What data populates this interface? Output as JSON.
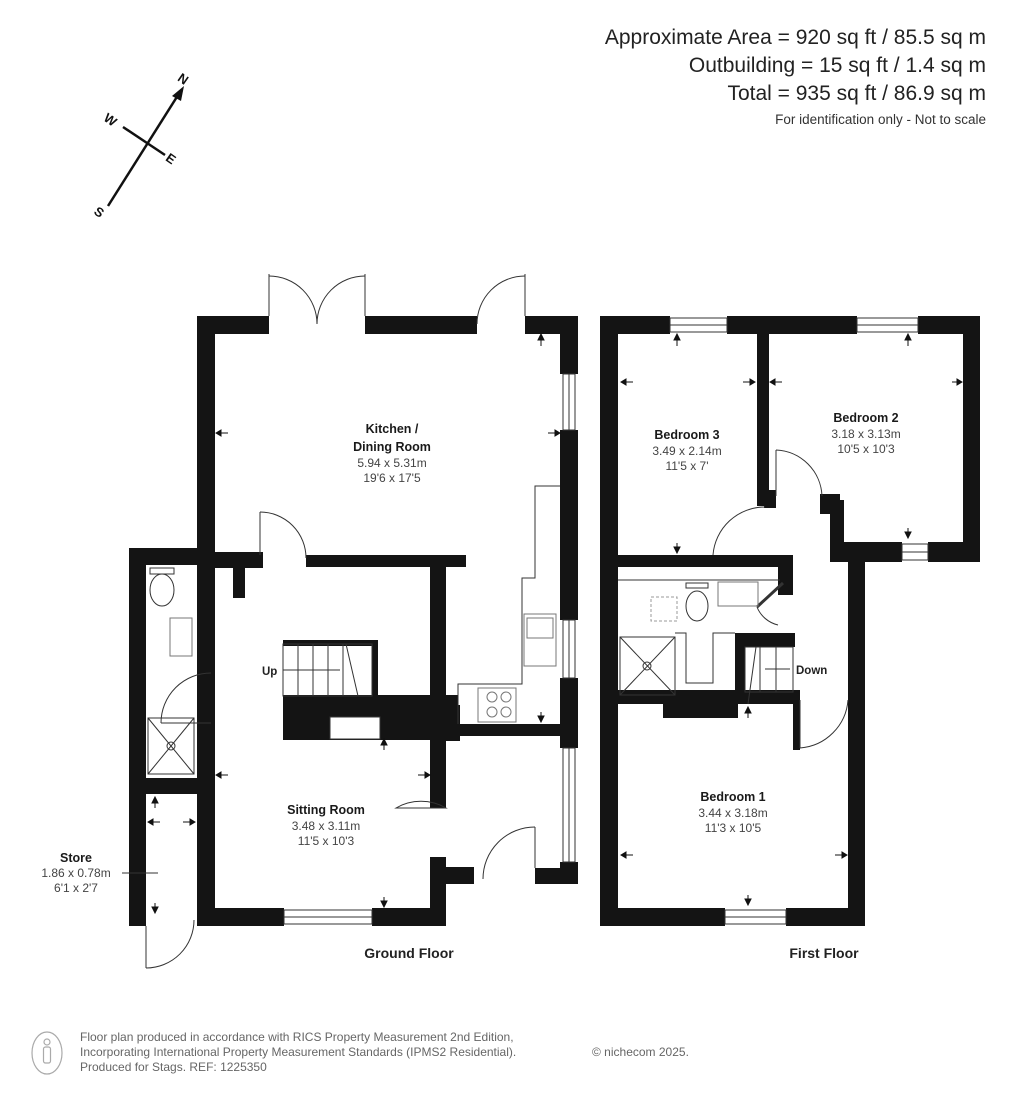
{
  "header": {
    "approximate_area": "Approximate Area = 920 sq ft / 85.5 sq m",
    "outbuilding": "Outbuilding = 15 sq ft / 1.4 sq m",
    "total": "Total = 935 sq ft / 86.9 sq m",
    "disclaimer": "For identification only - Not to scale"
  },
  "compass": {
    "n": "N",
    "s": "S",
    "e": "E",
    "w": "W"
  },
  "ground_floor": {
    "label": "Ground Floor",
    "stairs_label": "Up",
    "rooms": {
      "kitchen": {
        "name_line1": "Kitchen /",
        "name_line2": "Dining Room",
        "metric": "5.94 x 5.31m",
        "imperial": "19'6 x 17'5"
      },
      "sitting": {
        "name": "Sitting Room",
        "metric": "3.48 x 3.11m",
        "imperial": "11'5 x 10'3"
      },
      "store": {
        "name": "Store",
        "metric": "1.86 x 0.78m",
        "imperial": "6'1 x 2'7"
      }
    }
  },
  "first_floor": {
    "label": "First Floor",
    "stairs_label": "Down",
    "rooms": {
      "bedroom1": {
        "name": "Bedroom 1",
        "metric": "3.44 x 3.18m",
        "imperial": "11'3 x 10'5"
      },
      "bedroom2": {
        "name": "Bedroom 2",
        "metric": "3.18 x 3.13m",
        "imperial": "10'5 x 10'3"
      },
      "bedroom3": {
        "name": "Bedroom 3",
        "metric": "3.49 x 2.14m",
        "imperial": "11'5 x 7'"
      }
    }
  },
  "footer": {
    "line1": "Floor plan produced in accordance with RICS Property Measurement 2nd Edition,",
    "line2": "Incorporating International Property Measurement Standards (IPMS2 Residential).",
    "line3": "Produced for Stags.   REF: 1225350",
    "copyright": "© nichecom 2025."
  },
  "colors": {
    "wall": "#141414",
    "fixture": "#888888",
    "text": "#1a1a1a"
  }
}
